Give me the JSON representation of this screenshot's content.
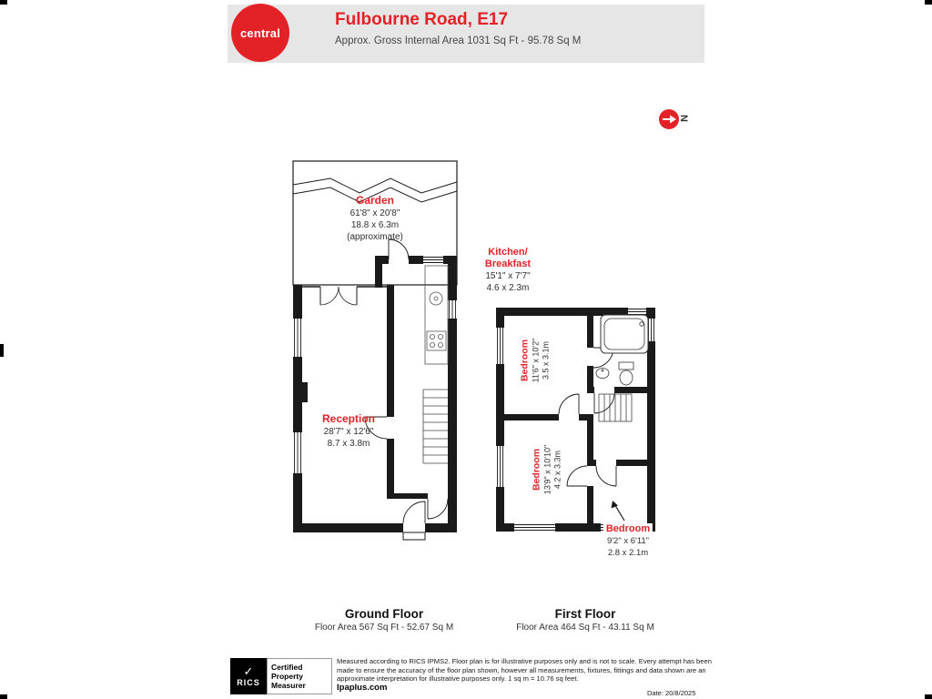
{
  "header": {
    "logo_text": "central",
    "title": "Fulbourne Road, E17",
    "subtitle": "Approx. Gross Internal Area 1031 Sq Ft - 95.78 Sq M"
  },
  "compass": {
    "north_label": "N"
  },
  "ground_floor": {
    "garden": {
      "name": "Garden",
      "dims_ft": "61'8\" x 20'8\"",
      "dims_m": "18.8 x 6.3m",
      "note": "(approximate)"
    },
    "kitchen": {
      "name_line1": "Kitchen/",
      "name_line2": "Breakfast",
      "dims_ft": "15'1\" x 7'7\"",
      "dims_m": "4.6 x 2.3m"
    },
    "reception": {
      "name": "Reception",
      "dims_ft": "28'7\" x 12'6\"",
      "dims_m": "8.7 x 3.8m"
    },
    "label": "Ground Floor",
    "area": "Floor Area 567 Sq Ft - 52.67 Sq M"
  },
  "first_floor": {
    "bedroom_front": {
      "name": "Bedroom",
      "dims_ft": "11'6\" x 10'2\"",
      "dims_m": "3.5 x 3.1m"
    },
    "bedroom_rear": {
      "name": "Bedroom",
      "dims_ft": "13'9\" x 10'10\"",
      "dims_m": "4.2 x 3.3m"
    },
    "bedroom_small": {
      "name": "Bedroom",
      "dims_ft": "9'2\" x 6'11\"",
      "dims_m": "2.8 x 2.1m"
    },
    "label": "First Floor",
    "area": "Floor Area 464 Sq Ft - 43.11 Sq M"
  },
  "footer": {
    "rics_label": "RICS",
    "certification": "Certified Property Measurer",
    "disclaimer": "Measured according to RICS IPMS2. Floor plan is for illustrative purposes only and is not to scale. Every attempt has been made to ensure the accuracy of the floor plan shown, however all measurements, fixtures, fittings and data shown are an approximate interpretation for illustrative purposes only. 1 sq m = 10.76 sq feet.",
    "brand": "lpaplus.com",
    "date": "Date: 20/8/2025"
  },
  "icons": {
    "rics_mark": "✓"
  },
  "colors": {
    "accent_red": "#e32228",
    "wall_black": "#1a1a1a",
    "header_gray": "#e7e6e6"
  }
}
